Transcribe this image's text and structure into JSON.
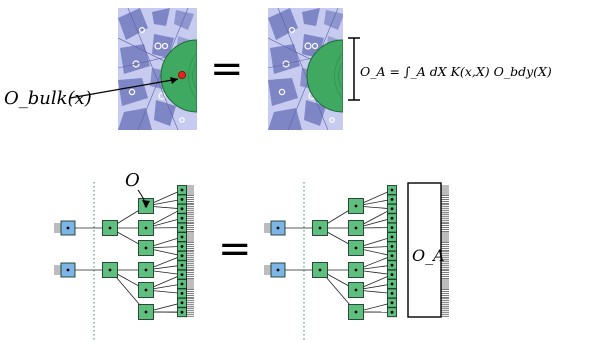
{
  "top_panel": {
    "bulk_operator_label": "O_bulk(x)",
    "equals_sign": "=",
    "reconstruction_formula": "O_A = ∫_A dX K(x,X) O_bdy(X)"
  },
  "bottom_panel": {
    "operator_label": "O",
    "equals_sign": "=",
    "boundary_operator_label": "O_A"
  },
  "colors": {
    "tile_blue": "#7f86c6",
    "tile_light": "#c6cbef",
    "bulk_region_green": "#3fa861",
    "bulk_point_red": "#e8231f",
    "tensor_green": "#5fbf7f",
    "tensor_blue": "#7cb5e6",
    "causal_line": "#2a8c7a"
  }
}
